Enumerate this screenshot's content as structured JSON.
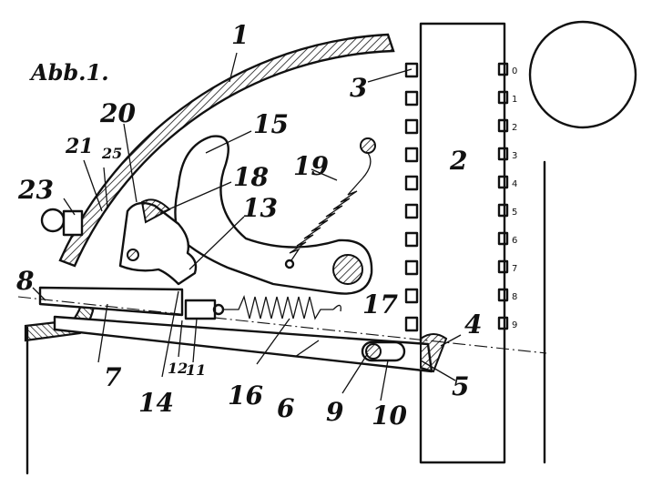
{
  "figure": {
    "title": "Abb.1."
  },
  "labels": {
    "l1": "1",
    "l2": "2",
    "l3": "3",
    "l4": "4",
    "l5": "5",
    "l6": "6",
    "l7": "7",
    "l8": "8",
    "l9": "9",
    "l10": "10",
    "l11": "11",
    "l12": "12",
    "l13": "13",
    "l14": "14",
    "l15": "15",
    "l16": "16",
    "l17": "17",
    "l18": "18",
    "l19": "19",
    "l20": "20",
    "l21": "21",
    "l23": "23",
    "l25": "25"
  },
  "scale_marks": [
    "0",
    "1",
    "2",
    "3",
    "4",
    "5",
    "6",
    "7",
    "8",
    "9"
  ]
}
